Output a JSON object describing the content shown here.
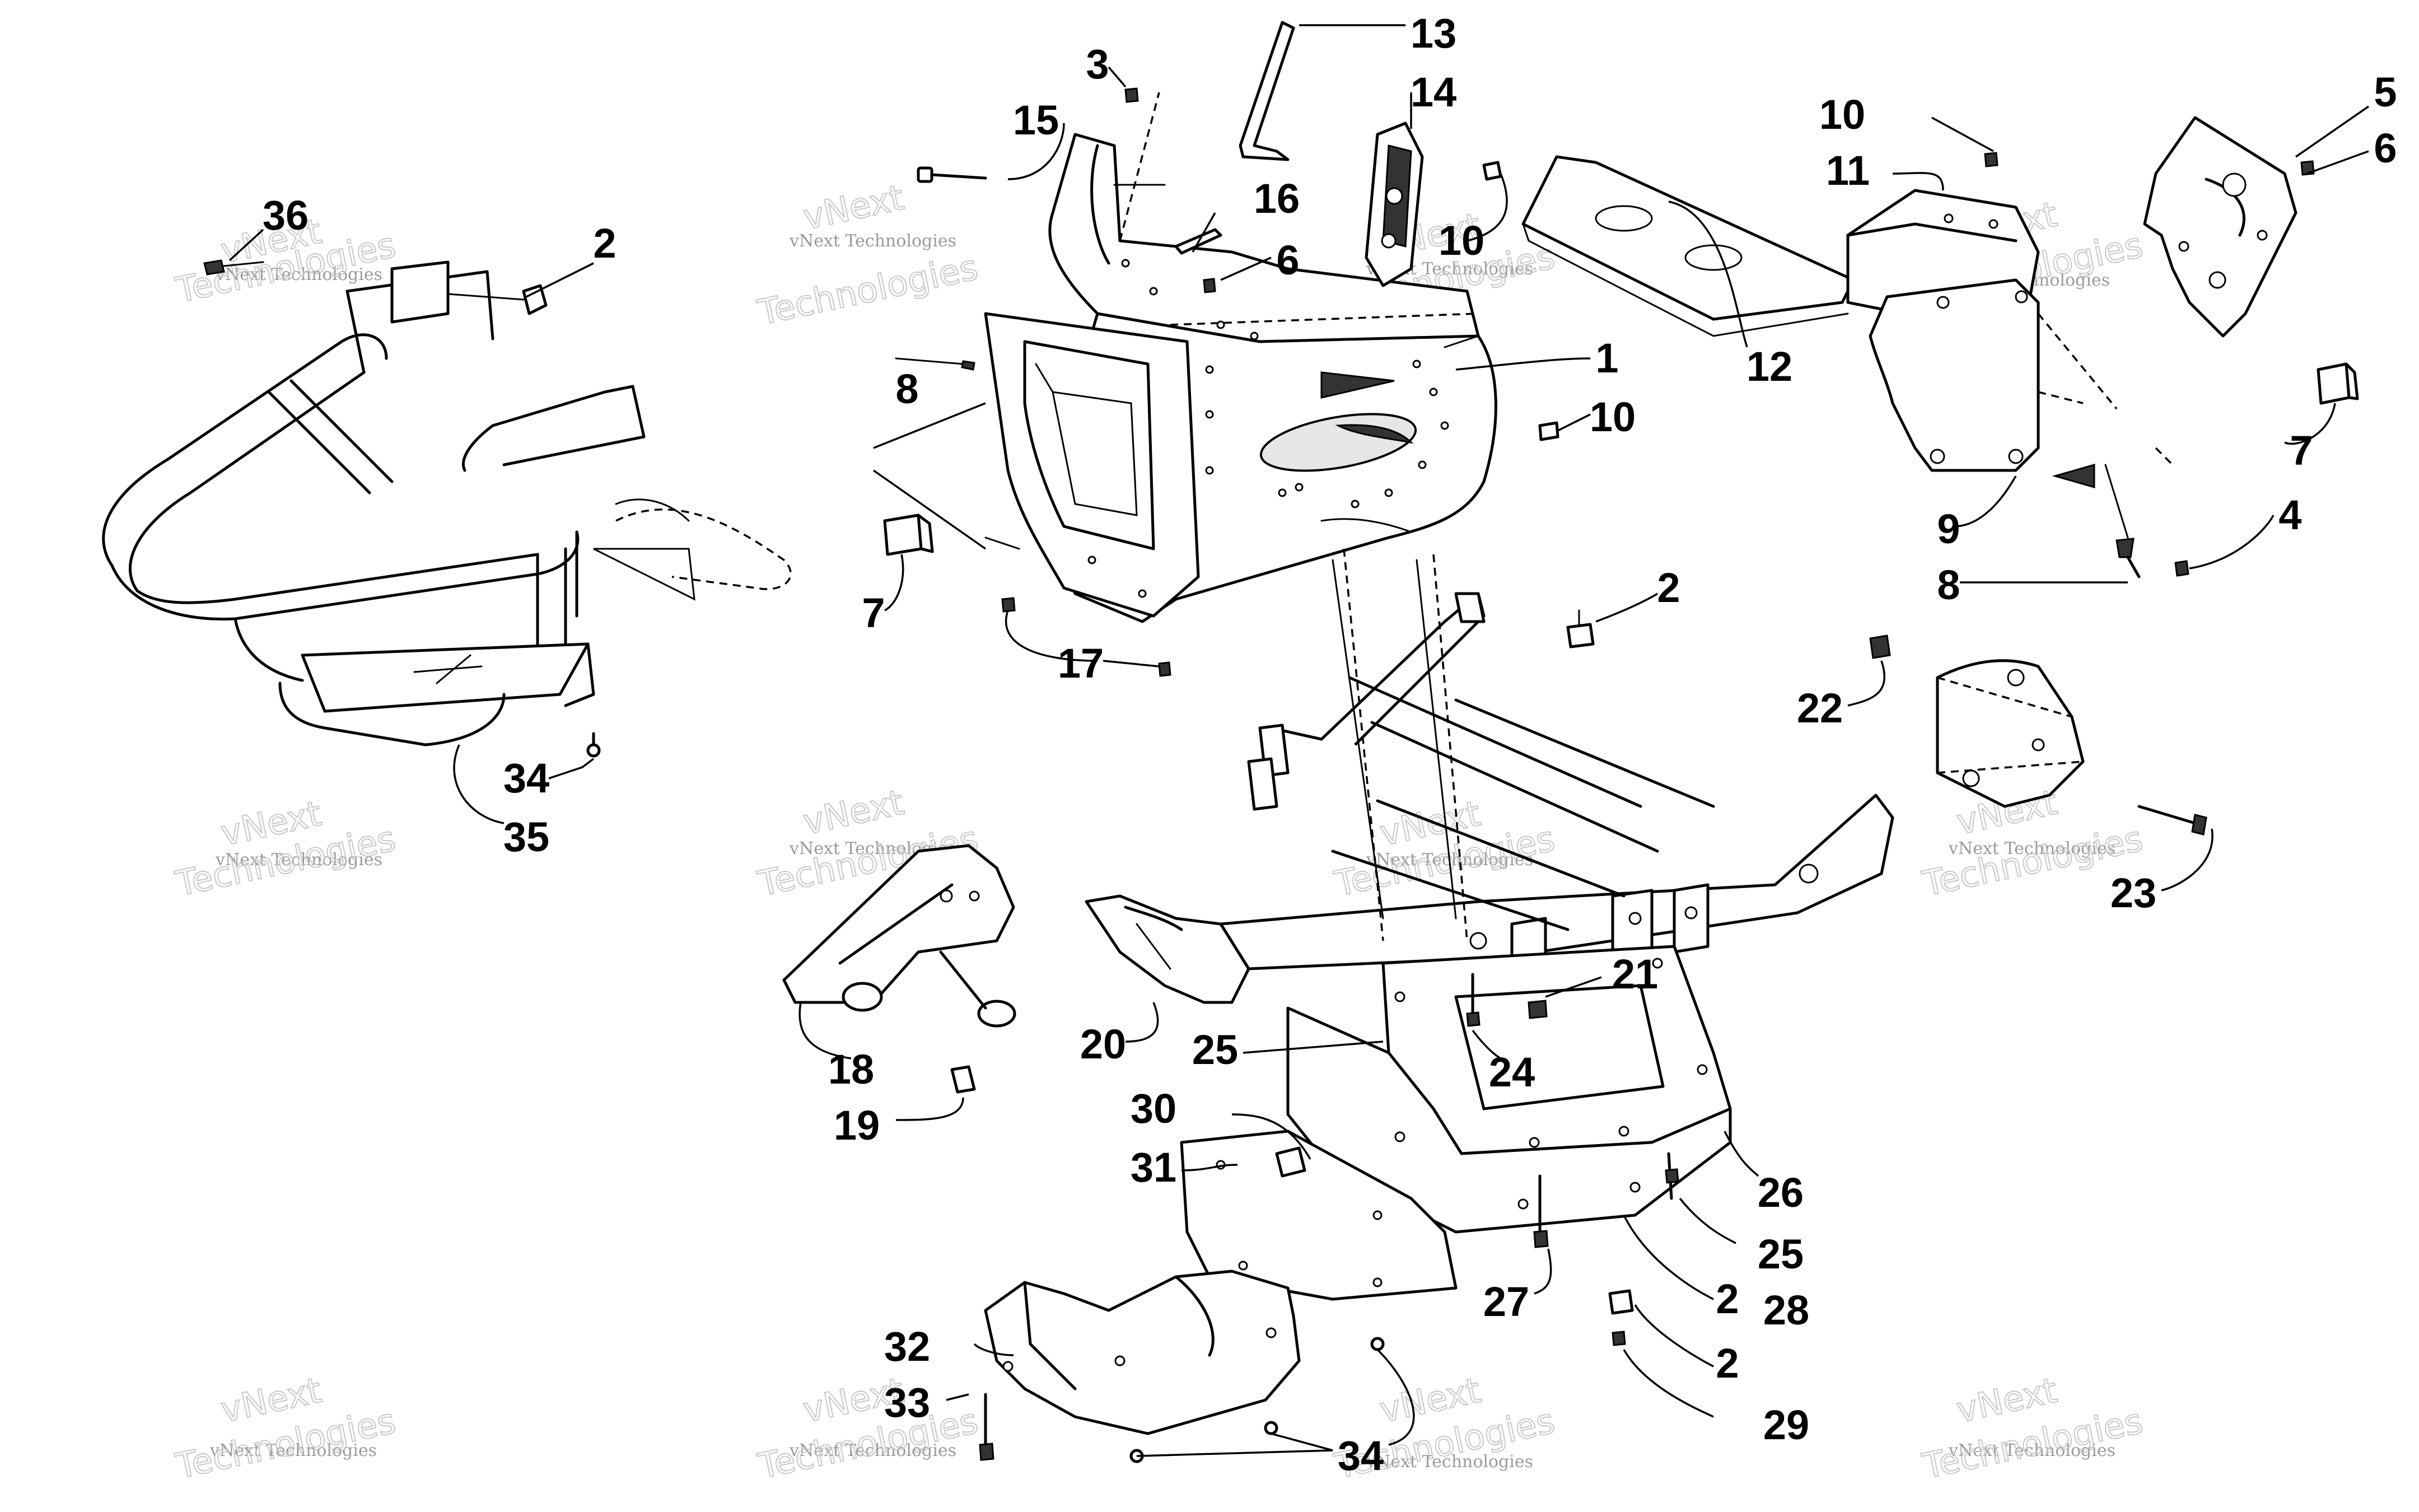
{
  "diagram": {
    "callouts": [
      "1",
      "2",
      "2",
      "2",
      "2",
      "3",
      "4",
      "5",
      "6",
      "6",
      "7",
      "7",
      "8",
      "8",
      "9",
      "10",
      "10",
      "10",
      "11",
      "12",
      "13",
      "14",
      "15",
      "16",
      "17",
      "18",
      "19",
      "20",
      "21",
      "22",
      "23",
      "24",
      "25",
      "25",
      "26",
      "27",
      "28",
      "29",
      "30",
      "31",
      "32",
      "33",
      "34",
      "34",
      "35",
      "36"
    ],
    "watermark": {
      "small_text": "vNext Technologies",
      "large_text_line1": "vNext",
      "large_text_line2": "Technologies"
    },
    "colors": {
      "ink": "#000000",
      "paper": "#ffffff",
      "watermark": "#b0b0b0"
    }
  }
}
